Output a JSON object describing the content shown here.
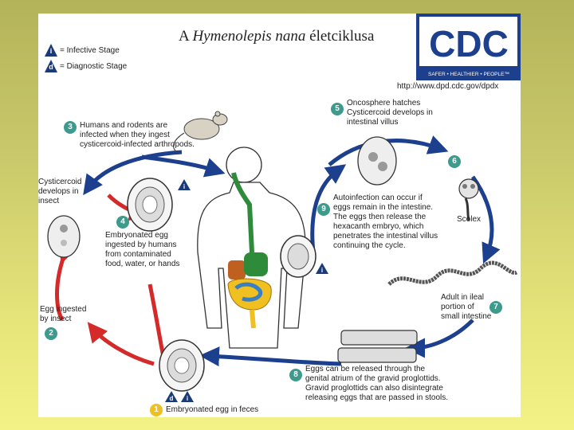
{
  "slide": {
    "title_prefix": "A ",
    "title_italic": "Hymenolepis nana",
    "title_suffix": " életciklusa"
  },
  "cdc": {
    "logo": "CDC",
    "tagline": "SAFER • HEALTHIER • PEOPLE™",
    "url": "http://www.dpd.cdc.gov/dpdx"
  },
  "legend": [
    {
      "letter": "i",
      "text": "= Infective Stage"
    },
    {
      "letter": "d",
      "text": "= Diagnostic Stage"
    }
  ],
  "steps": [
    {
      "num": "1",
      "text": "Embryonated egg in feces"
    },
    {
      "num": "2",
      "text": "Egg ingested\nby insect"
    },
    {
      "num": "3",
      "text": "Humans and rodents are\ninfected when they ingest\ncysticercoid-infected arthropods."
    },
    {
      "num": "4",
      "text": "Embryonated egg\ningested by humans\nfrom contaminated\nfood, water, or hands"
    },
    {
      "num": "5",
      "text": "Oncosphere hatches\nCysticercoid develops in\nintestinal villus"
    },
    {
      "num": "6",
      "text": ""
    },
    {
      "num": "7",
      "text": "Adult in ileal\nportion of\nsmall intestine"
    },
    {
      "num": "8",
      "text": "Eggs can be released through the\ngenital atrium of the gravid proglottids.\nGravid proglottids can also disintegrate\nreleasing eggs that are passed in stools."
    },
    {
      "num": "9",
      "text": "Autoinfection can occur if\neggs remain in the intestine.\nThe eggs then release the\nhexacanth embryo, which\npenetrates the intestinal villus\ncontinuing the cycle."
    }
  ],
  "labels": {
    "cysticercoid_insect": "Cysticercoid\ndevelops in\ninsect",
    "scolex": "Scolex"
  },
  "stage_marks": {
    "infective": "i",
    "diagnostic": "d"
  },
  "colors": {
    "arrow_blue": "#1c3f8e",
    "arrow_red": "#d42a2a",
    "step_circle": "#3d9a8c",
    "step_one": "#f0c020",
    "badge": "#1a3a7a"
  }
}
